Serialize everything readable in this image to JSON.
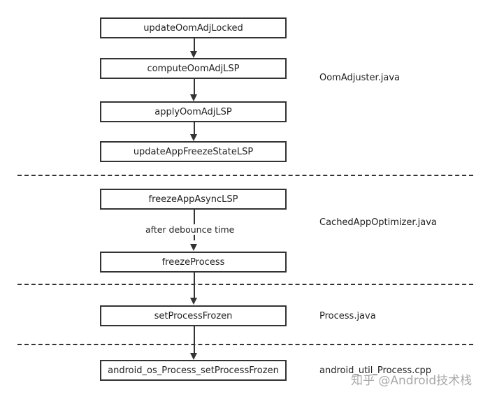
{
  "boxes": {
    "update_oom_adj_locked": "updateOomAdjLocked",
    "compute_oom_adj": "computeOomAdjLSP",
    "apply_oom_adj": "applyOomAdjLSP",
    "update_app_freeze_state": "updateAppFreezeStateLSP",
    "freeze_app_async": "freezeAppAsyncLSP",
    "freeze_process": "freezeProcess",
    "set_process_frozen": "setProcessFrozen",
    "native_set_process_frozen": "android_os_Process_setProcessFrozen"
  },
  "edge_labels": {
    "debounce": "after debounce time"
  },
  "files": {
    "oom_adjuster": "OomAdjuster.java",
    "cached_app_optimizer": "CachedAppOptimizer.java",
    "process_java": "Process.java",
    "process_cpp": "android_util_Process.cpp"
  },
  "watermark": "知乎 @Android技术栈"
}
